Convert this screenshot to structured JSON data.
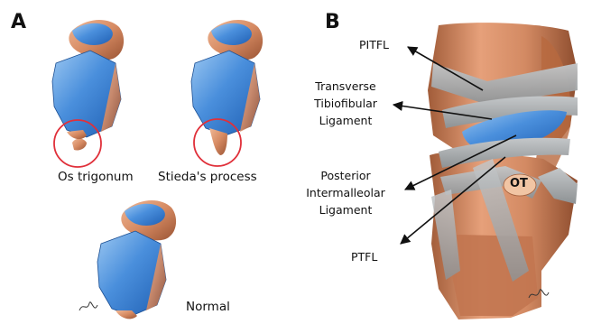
{
  "panel_a": {
    "letter": "A",
    "variants": [
      {
        "label": "Os trigonum"
      },
      {
        "label": "Stieda's process"
      },
      {
        "label": "Normal"
      }
    ]
  },
  "panel_b": {
    "letter": "B",
    "labels": {
      "pitfl": "PITFL",
      "transverse_1": "Transverse",
      "transverse_2": "Tibiofibular",
      "transverse_3": "Ligament",
      "posterior_1": "Posterior",
      "posterior_2": "Intermalleolar",
      "posterior_3": "Ligament",
      "ptfl": "PTFL",
      "ot": "OT"
    }
  },
  "colors": {
    "bone_blue": "#4a90d9",
    "bone_skin": "#d8916a",
    "ligament_gray": "#a9acae",
    "highlight_circle": "#e0303a"
  }
}
